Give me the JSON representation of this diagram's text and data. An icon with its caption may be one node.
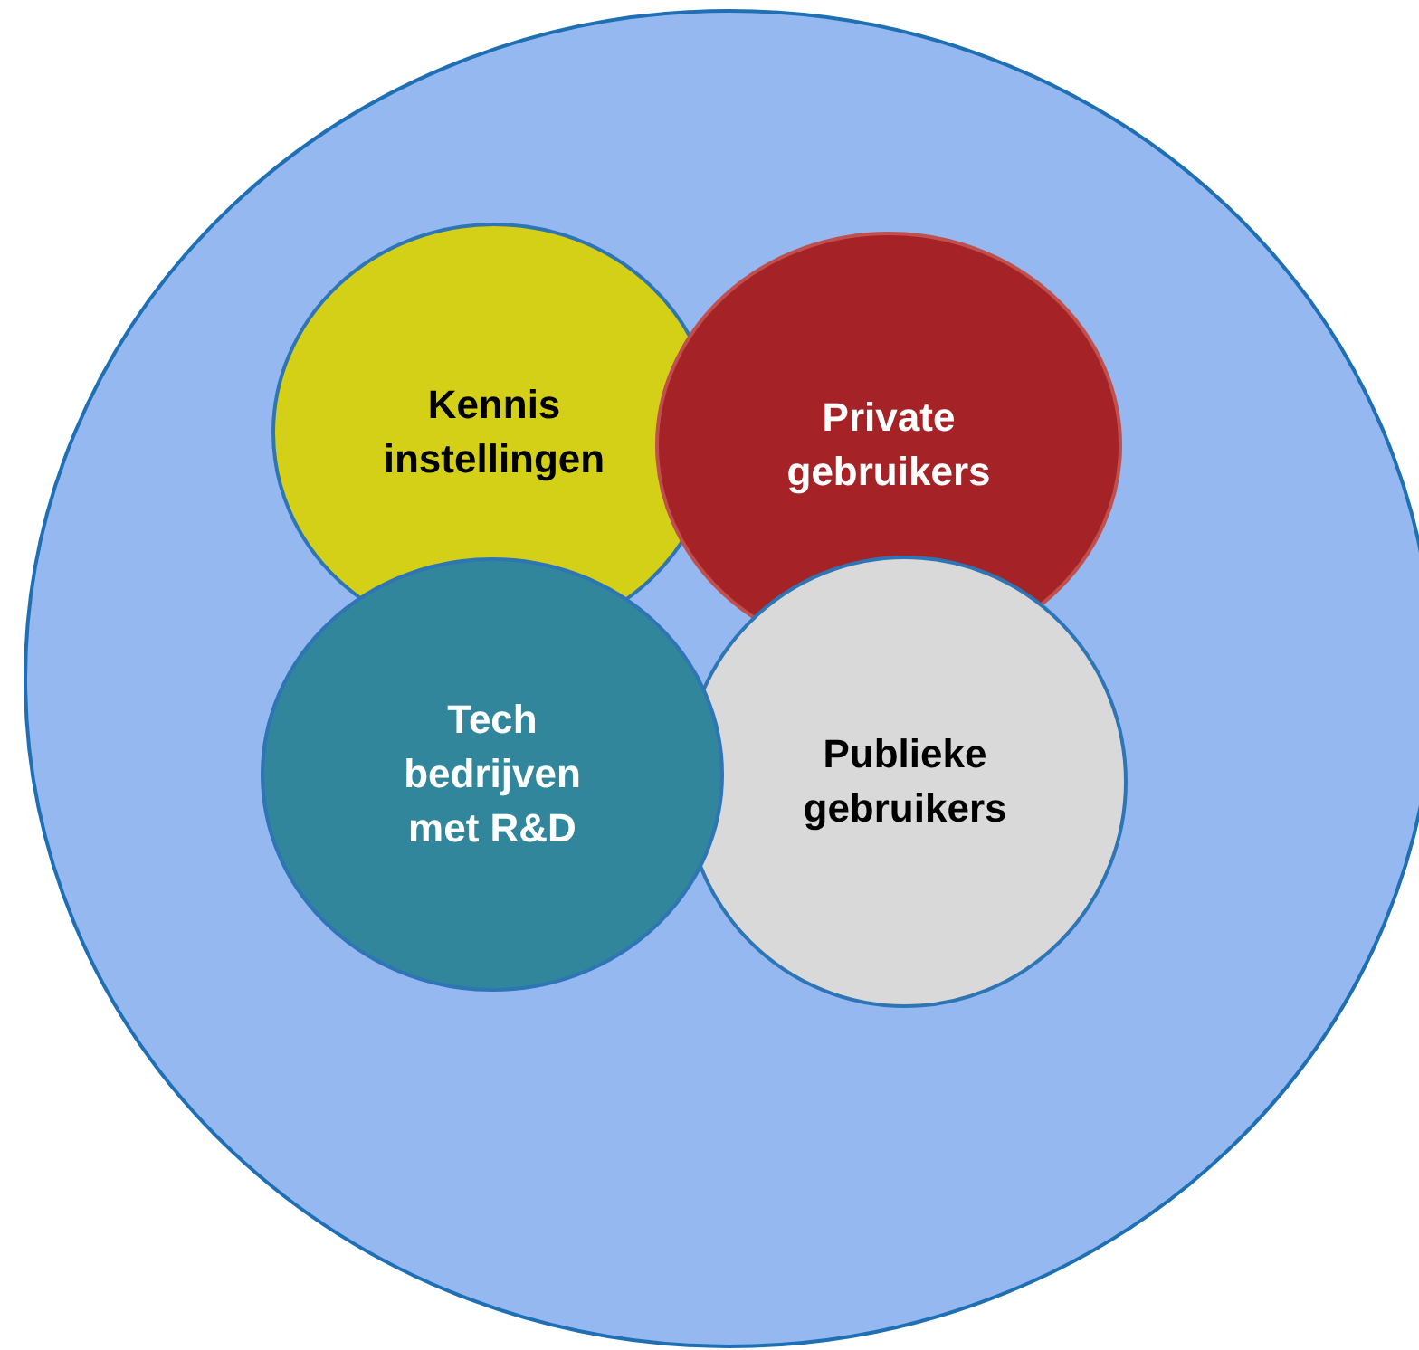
{
  "diagram": {
    "nodes": [
      {
        "text": [],
        "shape": "circle"
      },
      {
        "text": [
          "Kennis instellingen"
        ],
        "in": 0
      },
      {
        "text": [
          "Private gebruikers"
        ],
        "in": 0
      },
      {
        "text": [
          "Tech bedrijven met R&D"
        ],
        "in": 0
      },
      {
        "text": [
          "Publieke gebruikers"
        ],
        "in": 0
      }
    ]
  }
}
